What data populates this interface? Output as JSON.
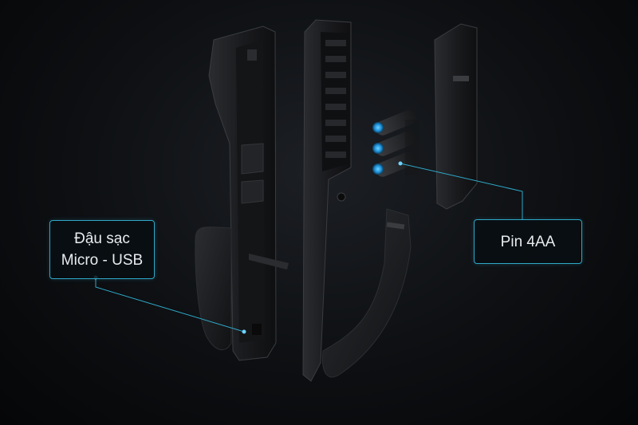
{
  "callouts": {
    "usb": {
      "line1": "Đậu sạc",
      "line2": "Micro - USB"
    },
    "battery": {
      "label": "Pin 4AA"
    }
  },
  "colors": {
    "accent": "#2fa9c9",
    "battery_glow": "#1e8fd6",
    "body": "#1b1c1f"
  }
}
